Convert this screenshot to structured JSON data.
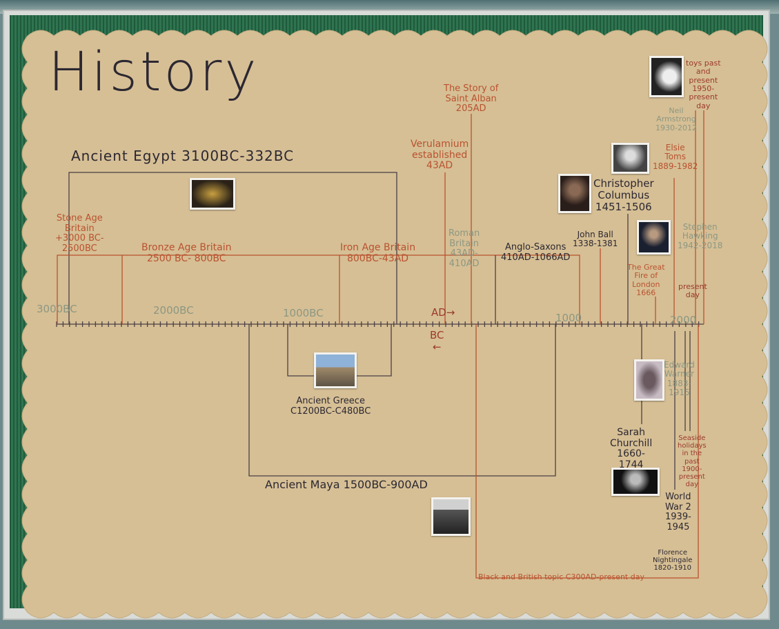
{
  "title": "History",
  "colors": {
    "paper": "#d6bf95",
    "border": "#2f7450",
    "dark": "#2c2831",
    "orange": "#b9522f",
    "grey": "#8c9782"
  },
  "labels": {
    "egypt": "Ancient Egypt  3100BC-332BC",
    "stone_age": "Stone Age\nBritain\n+3000 BC-\n2500BC",
    "bronze_age": "Bronze Age Britain\n2500 BC- 800BC",
    "iron_age": "Iron Age Britain\n800BC-43AD",
    "saint_alban": "The Story of\nSaint Alban\n205AD",
    "verulamium": "Verulamium\nestablished\n43AD",
    "roman": "Roman\nBritain\n43AD-\n410AD",
    "anglo_saxons": "Anglo-Saxons\n410AD-1066AD",
    "john_ball": "John Ball\n1338-1381",
    "columbus": "Christopher\nColumbus\n1451-1506",
    "elsie": "Elsie\nToms\n1889-1982",
    "armstrong": "Neil\nArmstrong\n1930-2012",
    "toys": "toys past\nand\npresent\n1950-\npresent\nday",
    "hawking": "Stephen\nHawking\n1942-2018",
    "fire": "The Great\nFire of\nLondon\n1666",
    "present": "present\nday",
    "greece": "Ancient Greece\nC1200BC-C480BC",
    "maya": "Ancient Maya  1500BC-900AD",
    "edward": "Edward\nWarner\n1883-\n1915",
    "sarah": "Sarah\nChurchill\n1660-\n1744",
    "seaside": "Seaside\nholidays\nin the\npast\n1900-\npresent\nday",
    "ww2": "World\nWar 2\n1939-\n1945",
    "florence": "Florence\nNightingale\n1820-1910",
    "black_british": "Black and British topic C300AD-present day"
  },
  "axis": {
    "t3000bc": "3000BC",
    "t2000bc": "2000BC",
    "t1000bc": "1000BC",
    "ad": "AD→",
    "bc": "BC\n←",
    "t1000": "1000",
    "t2000": "2000"
  },
  "photos": [
    "tutankhamun-mask",
    "greek-temple",
    "maya-pyramid",
    "christopher-columbus",
    "elsie-toms",
    "neil-armstrong",
    "stephen-hawking",
    "edward-warner",
    "sarah-churchill"
  ]
}
